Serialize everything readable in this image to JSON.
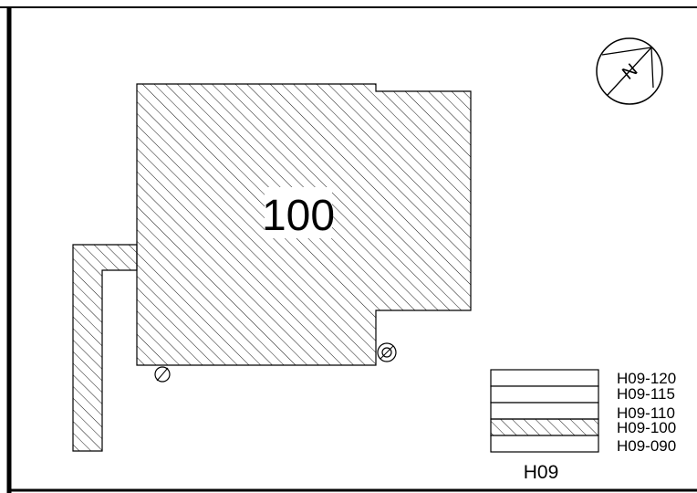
{
  "drawing": {
    "room_label": "100",
    "north_symbol": "N",
    "building_code": "H09",
    "floors": [
      {
        "label": "H09-120",
        "active": false
      },
      {
        "label": "H09-115",
        "active": false
      },
      {
        "label": "H09-110",
        "active": false
      },
      {
        "label": "H09-100",
        "active": true
      },
      {
        "label": "H09-090",
        "active": false
      }
    ]
  },
  "colors": {
    "line": "#000000",
    "background": "#ffffff"
  }
}
